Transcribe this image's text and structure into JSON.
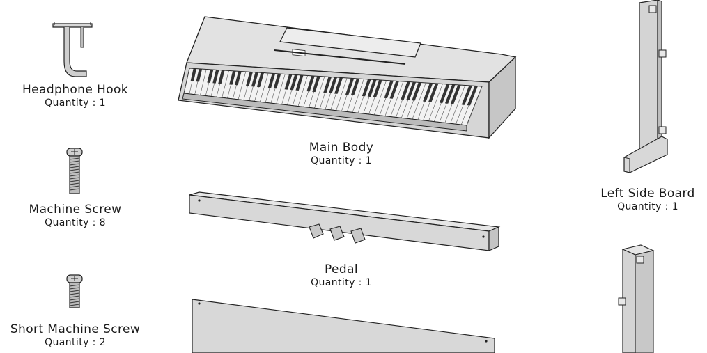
{
  "parts": {
    "headphone_hook": {
      "name": "Headphone Hook",
      "quantity": "Quantity : 1"
    },
    "machine_screw": {
      "name": "Machine Screw",
      "quantity": "Quantity :  8"
    },
    "short_machine_screw": {
      "name": "Short Machine Screw",
      "quantity": "Quantity : 2"
    },
    "main_body": {
      "name": "Main Body",
      "quantity": "Quantity : 1"
    },
    "pedal": {
      "name": "Pedal",
      "quantity": "Quantity : 1"
    },
    "left_side_board": {
      "name": "Left Side Board",
      "quantity": "Quantity : 1"
    }
  }
}
